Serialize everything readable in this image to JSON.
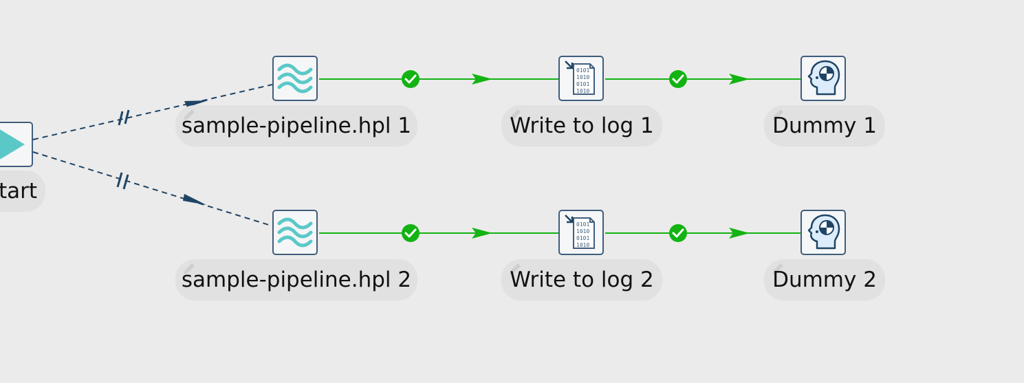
{
  "workflow": {
    "actions": [
      {
        "id": "start",
        "name": "Start",
        "visible_label": "tart",
        "icon": "start-triangle-icon"
      },
      {
        "id": "p1",
        "name": "sample-pipeline.hpl 1",
        "icon": "pipeline-waves-icon"
      },
      {
        "id": "w1",
        "name": "Write to log 1",
        "icon": "write-to-log-icon"
      },
      {
        "id": "d1",
        "name": "Dummy 1",
        "icon": "dummy-head-icon"
      },
      {
        "id": "p2",
        "name": "sample-pipeline.hpl 2",
        "icon": "pipeline-waves-icon"
      },
      {
        "id": "w2",
        "name": "Write to log 2",
        "icon": "write-to-log-icon"
      },
      {
        "id": "d2",
        "name": "Dummy 2",
        "icon": "dummy-head-icon"
      }
    ],
    "hops": [
      {
        "from": "start",
        "to": "p1",
        "type": "parallel-unconditional",
        "color": "#1f4465"
      },
      {
        "from": "start",
        "to": "p2",
        "type": "parallel-unconditional",
        "color": "#1f4465"
      },
      {
        "from": "p1",
        "to": "w1",
        "type": "success",
        "color": "#12b312"
      },
      {
        "from": "w1",
        "to": "d1",
        "type": "success",
        "color": "#12b312"
      },
      {
        "from": "p2",
        "to": "w2",
        "type": "success",
        "color": "#12b312"
      },
      {
        "from": "w2",
        "to": "d2",
        "type": "success",
        "color": "#12b312"
      }
    ]
  },
  "colors": {
    "canvas_background": "#ebebeb",
    "label_background": "#e1e1e1",
    "icon_border": "#3f5d7c",
    "success_hop": "#12b312",
    "unconditional_hop": "#1f4465",
    "start_accent": "#5bc8c8"
  }
}
